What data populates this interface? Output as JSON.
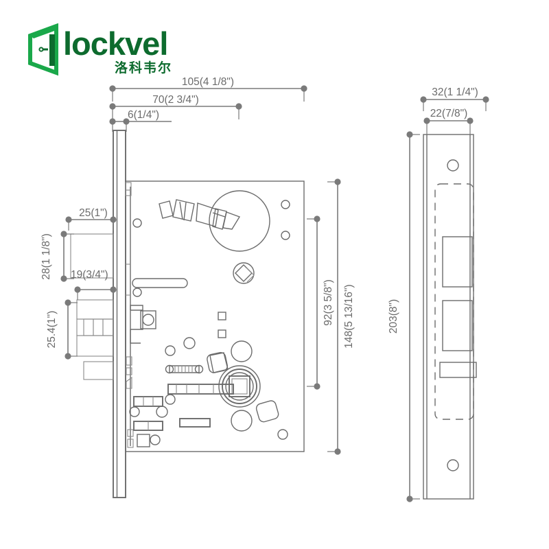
{
  "brand": {
    "logo_icon": "open-door-icon",
    "name": "lockvel",
    "name_cn": "洛科韦尔",
    "color": "#0d6b2e"
  },
  "drawing": {
    "title": "mortise-lock-body-technical-drawing",
    "line_color": "#6b6b6b",
    "dimension_color": "#7a7a7a",
    "views": [
      {
        "name": "front-section-view",
        "label": ""
      },
      {
        "name": "faceplate-side-view",
        "label": ""
      }
    ]
  },
  "dimensions": {
    "top_105": "105(4 1/8\")",
    "top_70": "70(2 3/4\")",
    "top_6": "6(1/4\")",
    "left_25": "25(1\")",
    "left_28": "28(1 1/8\")",
    "left_19": "19(3/4\")",
    "left_25_4": "25.4(1\")",
    "right_92": "92(3 5/8\")",
    "right_148": "148(5 13/16\")",
    "face_32": "32(1 1/4\")",
    "face_22": "22(7/8\")",
    "face_203": "203(8\")"
  }
}
